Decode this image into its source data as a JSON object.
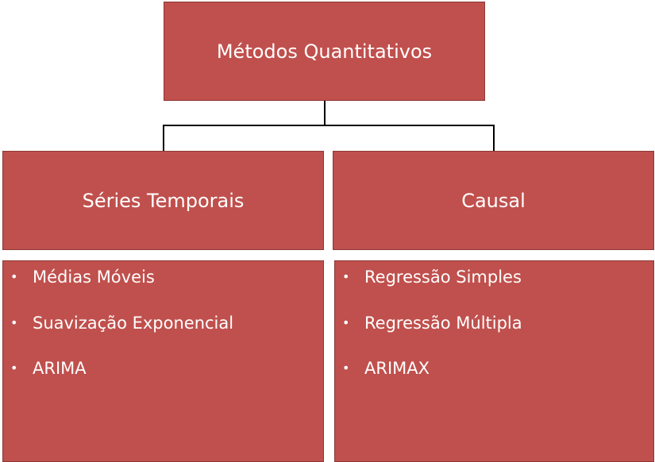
{
  "root": {
    "label": "Métodos Quantitativos"
  },
  "branches": [
    {
      "label": "Séries Temporais",
      "items": [
        "Médias Móveis",
        "Suavização Exponencial",
        "ARIMA"
      ]
    },
    {
      "label": "Causal",
      "items": [
        "Regressão Simples",
        "Regressão Múltipla",
        "ARIMAX"
      ]
    }
  ],
  "colors": {
    "box_fill": "#c0504d",
    "box_border": "#8c3836",
    "text": "#ffffff",
    "connector": "#000000"
  }
}
